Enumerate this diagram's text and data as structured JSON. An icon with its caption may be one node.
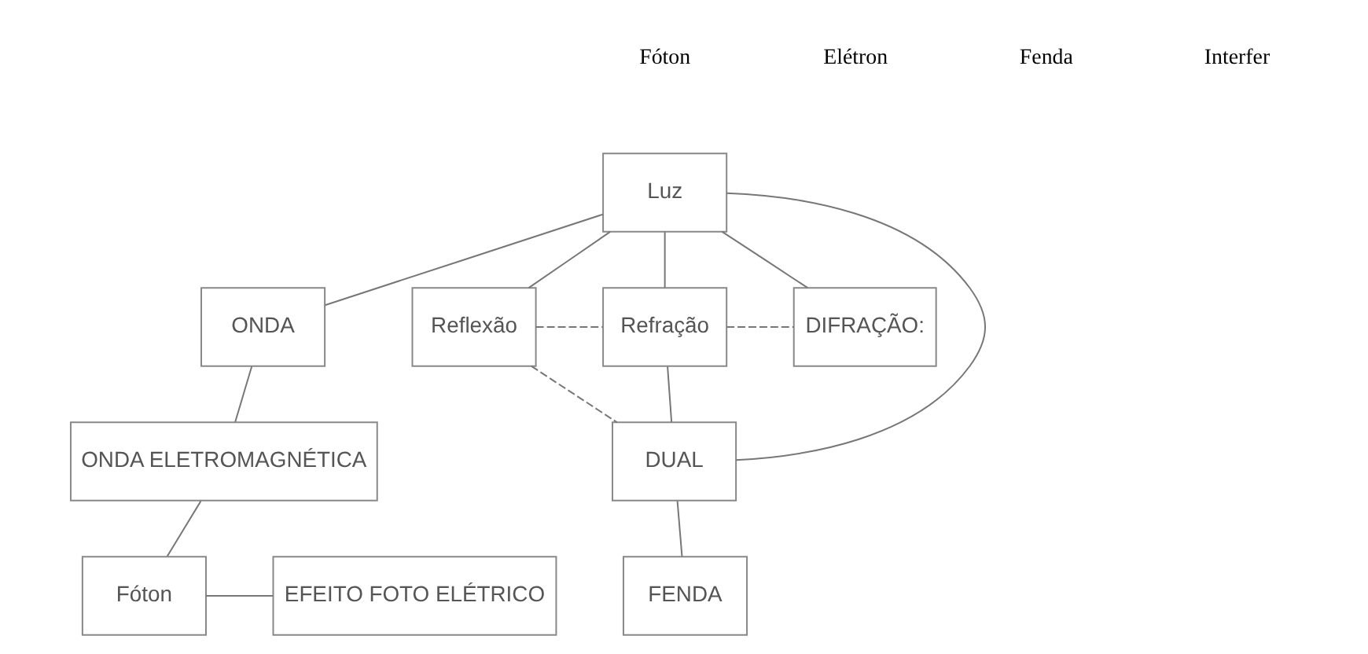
{
  "diagram": {
    "nodes": [
      {
        "text": [
          "Luz"
        ]
      },
      {
        "text": [
          "ONDA"
        ]
      },
      {
        "text": [
          "Reflexão"
        ]
      },
      {
        "text": [
          "Refração"
        ]
      },
      {
        "text": [
          "DIFRAÇÃO:"
        ]
      },
      {
        "text": [
          "ONDA ELETROMAGNÉTICA"
        ]
      },
      {
        "text": [
          "DUAL"
        ]
      },
      {
        "text": [
          "EFEITO FOTO ELÉTRICO"
        ]
      },
      {
        "text": [
          "Fóton"
        ]
      },
      {
        "text": [
          "FENDA"
        ]
      }
    ],
    "edges": [
      {
        "from": 0,
        "to": 1,
        "arrow": "none"
      },
      {
        "from": 0,
        "to": 2,
        "arrow": "none"
      },
      {
        "from": 0,
        "to": 3,
        "arrow": "none"
      },
      {
        "from": 0,
        "to": 4,
        "arrow": "none"
      },
      {
        "from": 2,
        "to": 3,
        "arrow": "none",
        "style": "dashed"
      },
      {
        "from": 3,
        "to": 4,
        "arrow": "none",
        "style": "dashed"
      },
      {
        "from": 0,
        "to": 6,
        "arrow": "none"
      },
      {
        "from": 2,
        "to": 6,
        "arrow": "none",
        "style": "dashed"
      },
      {
        "from": 3,
        "to": 6,
        "arrow": "none"
      },
      {
        "from": 1,
        "to": 5,
        "arrow": "none"
      },
      {
        "from": 5,
        "to": 8,
        "arrow": "none"
      },
      {
        "from": 8,
        "to": 7,
        "arrow": "none"
      },
      {
        "from": 6,
        "to": 9,
        "arrow": "none"
      }
    ],
    "labels": [
      "Fóton",
      "Elétron",
      "Fenda",
      "Interfer"
    ]
  }
}
